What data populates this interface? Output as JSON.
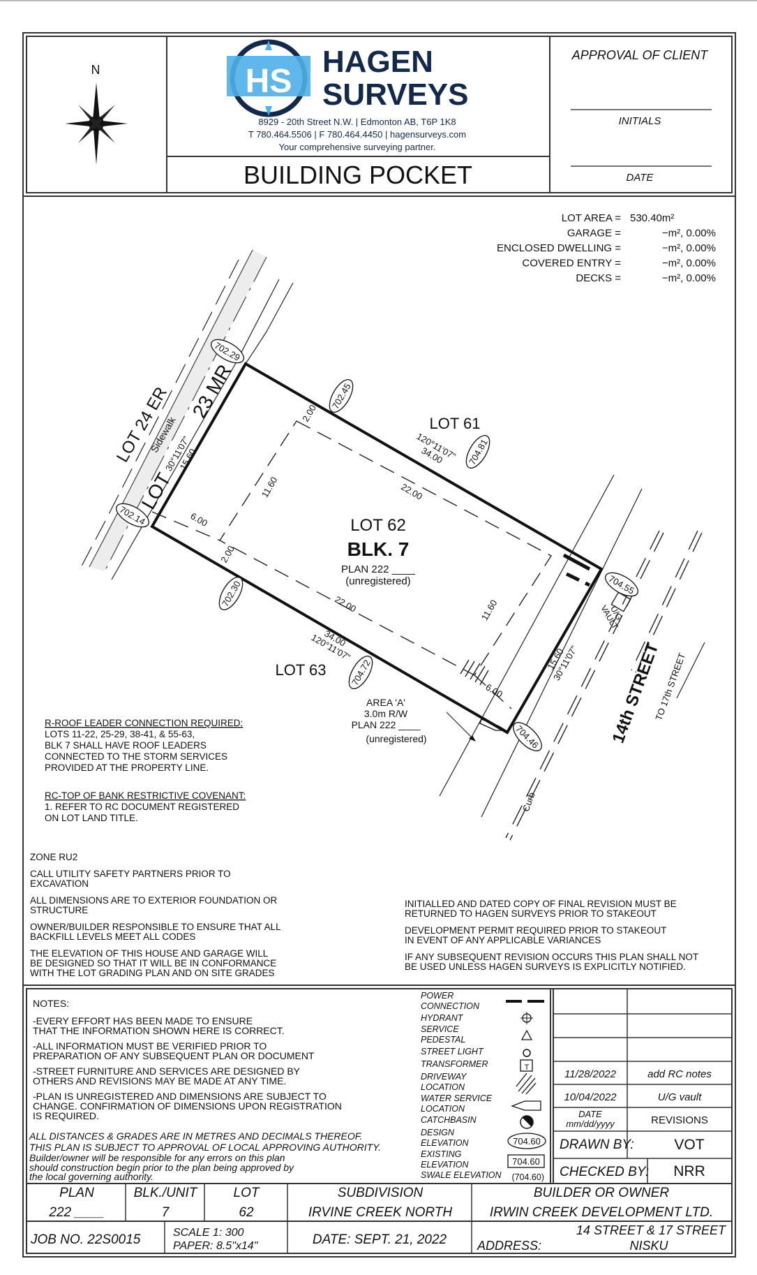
{
  "header": {
    "north_label": "N",
    "company_name_line1": "HAGEN",
    "company_name_line2": "SURVEYS",
    "logo_monogram": "HS",
    "address_line": "8929 - 20th Street N.W. | Edmonton AB, T6P 1K8",
    "contact_line": "T 780.464.5506 | F 780.464.4450 | hagensurveys.com",
    "tagline": "Your comprehensive surveying partner.",
    "title": "BUILDING POCKET",
    "approval_label": "APPROVAL OF CLIENT",
    "initials_label": "INITIALS",
    "date_label": "DATE",
    "brand_colors": {
      "navy": "#13294b",
      "light_blue": "#4fb0e8"
    }
  },
  "areas": [
    {
      "label": "LOT AREA =",
      "value": "530.40m²"
    },
    {
      "label": "GARAGE =",
      "value": "−m², 0.00%"
    },
    {
      "label": "ENCLOSED DWELLING =",
      "value": "−m², 0.00%"
    },
    {
      "label": "COVERED ENTRY =",
      "value": "−m², 0.00%"
    },
    {
      "label": "DECKS =",
      "value": "−m², 0.00%"
    }
  ],
  "plan": {
    "lot24": "LOT 24 ER",
    "sidewalk": "Sidewalk",
    "left_bearing": "30°11'07\"",
    "left_dist": "15.60",
    "lot23_a": "23 MR",
    "lot23_b": "LOT",
    "lot61": "LOT 61",
    "lot62": "LOT 62",
    "blk": "BLK. 7",
    "plan_no": "PLAN 222 ____",
    "unregistered": "(unregistered)",
    "lot63": "LOT 63",
    "top_bearing": "120°11'07\"",
    "top_dist": "34.00",
    "bottom_dist": "34.00",
    "bottom_bearing": "120°11'07\"",
    "right_dist": "15.60",
    "right_bearing": "30°11'07\"",
    "pocket_len_top": "22.00",
    "pocket_len_bottom": "22.00",
    "pocket_w_left": "11.60",
    "pocket_w_right": "11.60",
    "setback_side_top": "2.00",
    "setback_side_bottom": "2.00",
    "setback_front": "6.00",
    "setback_rear": "6.00",
    "elevations": {
      "e1": "702.29",
      "e2": "702.45",
      "e3": "704.81",
      "e4": "704.55",
      "e5": "702.14",
      "e6": "702.30",
      "e7": "704.72",
      "e8": "704.46"
    },
    "vault_a": "U/G",
    "vault_b": "VAULT",
    "street": "14th STREET",
    "to_street": "TO 17th STREET",
    "area_a": "AREA 'A'",
    "area_rw": "3.0m R/W",
    "area_plan": "PLAN 222 ____",
    "area_unreg": "(unregistered)",
    "curb": "Curb"
  },
  "roof_note": {
    "title": "R-ROOF LEADER CONNECTION REQUIRED:",
    "lines": [
      "LOTS 11-22, 25-29, 38-41, & 55-63,",
      "BLK 7 SHALL HAVE ROOF LEADERS",
      "CONNECTED TO THE STORM SERVICES",
      "PROVIDED AT THE PROPERTY LINE."
    ]
  },
  "rc_note": {
    "title": "RC-TOP OF BANK RESTRICTIVE COVENANT:",
    "lines": [
      "1. REFER TO RC DOCUMENT REGISTERED",
      "   ON LOT LAND TITLE."
    ]
  },
  "general_notes": [
    "ZONE RU2",
    "CALL UTILITY SAFETY PARTNERS PRIOR TO",
    "EXCAVATION",
    "ALL DIMENSIONS ARE TO EXTERIOR FOUNDATION OR",
    "STRUCTURE",
    "OWNER/BUILDER RESPONSIBLE TO ENSURE THAT ALL",
    "BACKFILL LEVELS MEET ALL CODES",
    "THE ELEVATION OF THIS HOUSE AND GARAGE WILL",
    "BE DESIGNED SO THAT IT WILL BE IN CONFORMANCE",
    "WITH THE LOT GRADING PLAN AND ON SITE GRADES"
  ],
  "right_notes": [
    "INITIALLED AND DATED COPY OF FINAL REVISION MUST BE",
    "RETURNED TO HAGEN SURVEYS PRIOR TO STAKEOUT",
    "DEVELOPMENT PERMIT REQUIRED PRIOR TO STAKEOUT",
    "IN EVENT OF ANY APPLICABLE VARIANCES",
    "IF ANY SUBSEQUENT REVISION OCCURS THIS PLAN SHALL NOT",
    "BE USED UNLESS HAGEN SURVEYS IS EXPLICITLY NOTIFIED."
  ],
  "notes": {
    "title": "NOTES:",
    "lines": [
      "-EVERY EFFORT HAS BEEN MADE TO ENSURE",
      " THAT THE INFORMATION SHOWN HERE IS CORRECT.",
      "-ALL INFORMATION MUST BE VERIFIED PRIOR TO",
      " PREPARATION OF ANY SUBSEQUENT PLAN OR DOCUMENT",
      "-STREET FURNITURE AND SERVICES ARE DESIGNED BY",
      " OTHERS AND REVISIONS MAY BE MADE AT ANY TIME.",
      "-PLAN IS UNREGISTERED AND DIMENSIONS ARE SUBJECT TO",
      " CHANGE. CONFIRMATION OF DIMENSIONS UPON REGISTRATION",
      " IS REQUIRED."
    ],
    "disclaimer": [
      "ALL DISTANCES & GRADES ARE IN METRES AND DECIMALS THEREOF.",
      "THIS PLAN IS SUBJECT TO APPROVAL OF LOCAL APPROVING AUTHORITY.",
      "Builder/owner will be responsible for any errors on this plan",
      "should construction begin prior to the plan being approved by",
      "the local governing authority."
    ]
  },
  "legend": {
    "power": [
      "POWER",
      "CONNECTION"
    ],
    "hydrant": [
      "HYDRANT"
    ],
    "pedestal": [
      "SERVICE",
      "PEDESTAL"
    ],
    "light": [
      "STREET LIGHT"
    ],
    "transformer": [
      "TRANSFORMER"
    ],
    "transformer_symbol": "T",
    "driveway": [
      "DRIVEWAY",
      "LOCATION"
    ],
    "water": [
      "WATER SERVICE",
      "LOCATION"
    ],
    "catchbasin": [
      "CATCHBASIN"
    ],
    "design": [
      "DESIGN",
      "ELEVATION"
    ],
    "existing": [
      "EXISTING",
      "ELEVATION"
    ],
    "swale": [
      "SWALE ELEVATION"
    ],
    "sample_design": "704.60",
    "sample_existing": "704.60",
    "sample_swale": "(704.60)"
  },
  "revisions": {
    "rows": [
      {
        "date": "",
        "desc": ""
      },
      {
        "date": "",
        "desc": ""
      },
      {
        "date": "",
        "desc": ""
      },
      {
        "date": "11/28/2022",
        "desc": "add RC notes"
      },
      {
        "date": "10/04/2022",
        "desc": "U/G vault"
      }
    ],
    "date_header_1": "DATE",
    "date_header_2": "mm/dd/yyyy",
    "desc_header": "REVISIONS",
    "drawn_label": "DRAWN BY:",
    "drawn_value": "VOT",
    "checked_label": "CHECKED BY:",
    "checked_value": "NRR"
  },
  "title_block": {
    "plan_label": "PLAN",
    "plan_value": "222 ____",
    "blk_label": "BLK./UNIT",
    "blk_value": "7",
    "lot_label": "LOT",
    "lot_value": "62",
    "subdivision_label": "SUBDIVISION",
    "subdivision_value": "IRVINE CREEK NORTH",
    "builder_label": "BUILDER OR OWNER",
    "builder_value": "IRWIN CREEK DEVELOPMENT LTD.",
    "job": "JOB NO. 22S0015",
    "scale": "SCALE 1: 300",
    "paper": "PAPER: 8.5\"x14\"",
    "date": "DATE: SEPT. 21, 2022",
    "address_label": "ADDRESS:",
    "address_line1": "14 STREET & 17 STREET",
    "address_line2": "NISKU"
  }
}
